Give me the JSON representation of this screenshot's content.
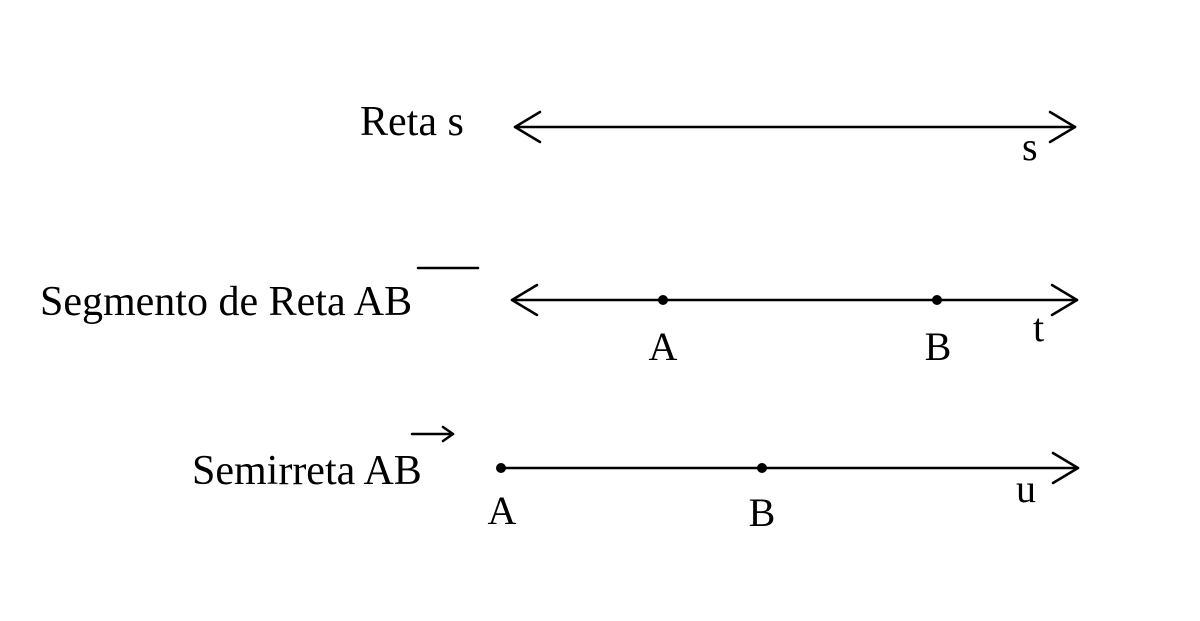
{
  "rows": {
    "reta": {
      "label": "Reta s",
      "line_name": "s"
    },
    "segmento": {
      "label_prefix": "Segmento de Reta ",
      "label_symbol": "AB",
      "line_name": "t",
      "point_a": "A",
      "point_b": "B"
    },
    "semirreta": {
      "label_prefix": "Semirreta ",
      "label_symbol": "AB",
      "line_name": "u",
      "point_a": "A",
      "point_b": "B"
    }
  }
}
